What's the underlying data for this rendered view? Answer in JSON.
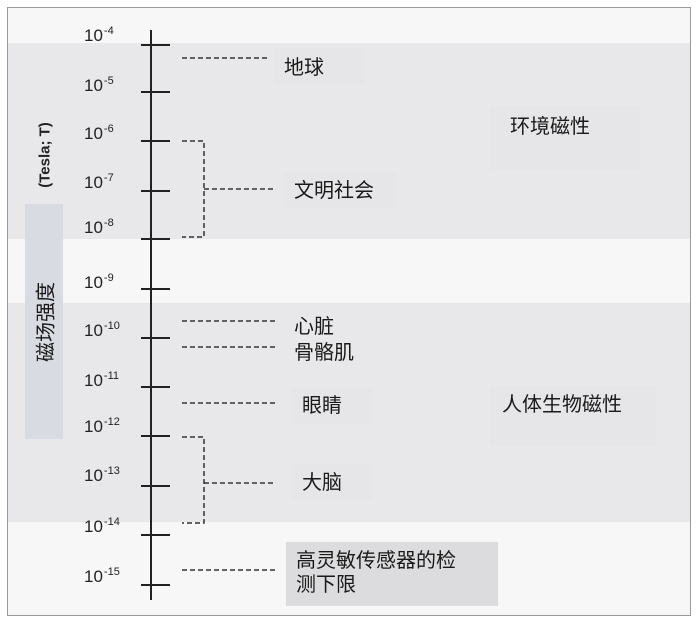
{
  "axis": {
    "title": "磁场强度",
    "unit": "(Tesla; T)",
    "ticks": [
      {
        "base": "10",
        "exp": "-4"
      },
      {
        "base": "10",
        "exp": "-5"
      },
      {
        "base": "10",
        "exp": "-6"
      },
      {
        "base": "10",
        "exp": "-7"
      },
      {
        "base": "10",
        "exp": "-8"
      },
      {
        "base": "10",
        "exp": "-9"
      },
      {
        "base": "10",
        "exp": "-10"
      },
      {
        "base": "10",
        "exp": "-11"
      },
      {
        "base": "10",
        "exp": "-12"
      },
      {
        "base": "10",
        "exp": "-13"
      },
      {
        "base": "10",
        "exp": "-14"
      },
      {
        "base": "10",
        "exp": "-15"
      }
    ]
  },
  "categories": {
    "environment": "环境磁性",
    "biological": "人体生物磁性"
  },
  "items": {
    "earth": "地球",
    "civilization": "文明社会",
    "heart": "心脏",
    "muscle": "骨骼肌",
    "eye": "眼睛",
    "brain": "大脑",
    "sensor_line1": "高灵敏传感器的检",
    "sensor_line2": "测下限"
  }
}
